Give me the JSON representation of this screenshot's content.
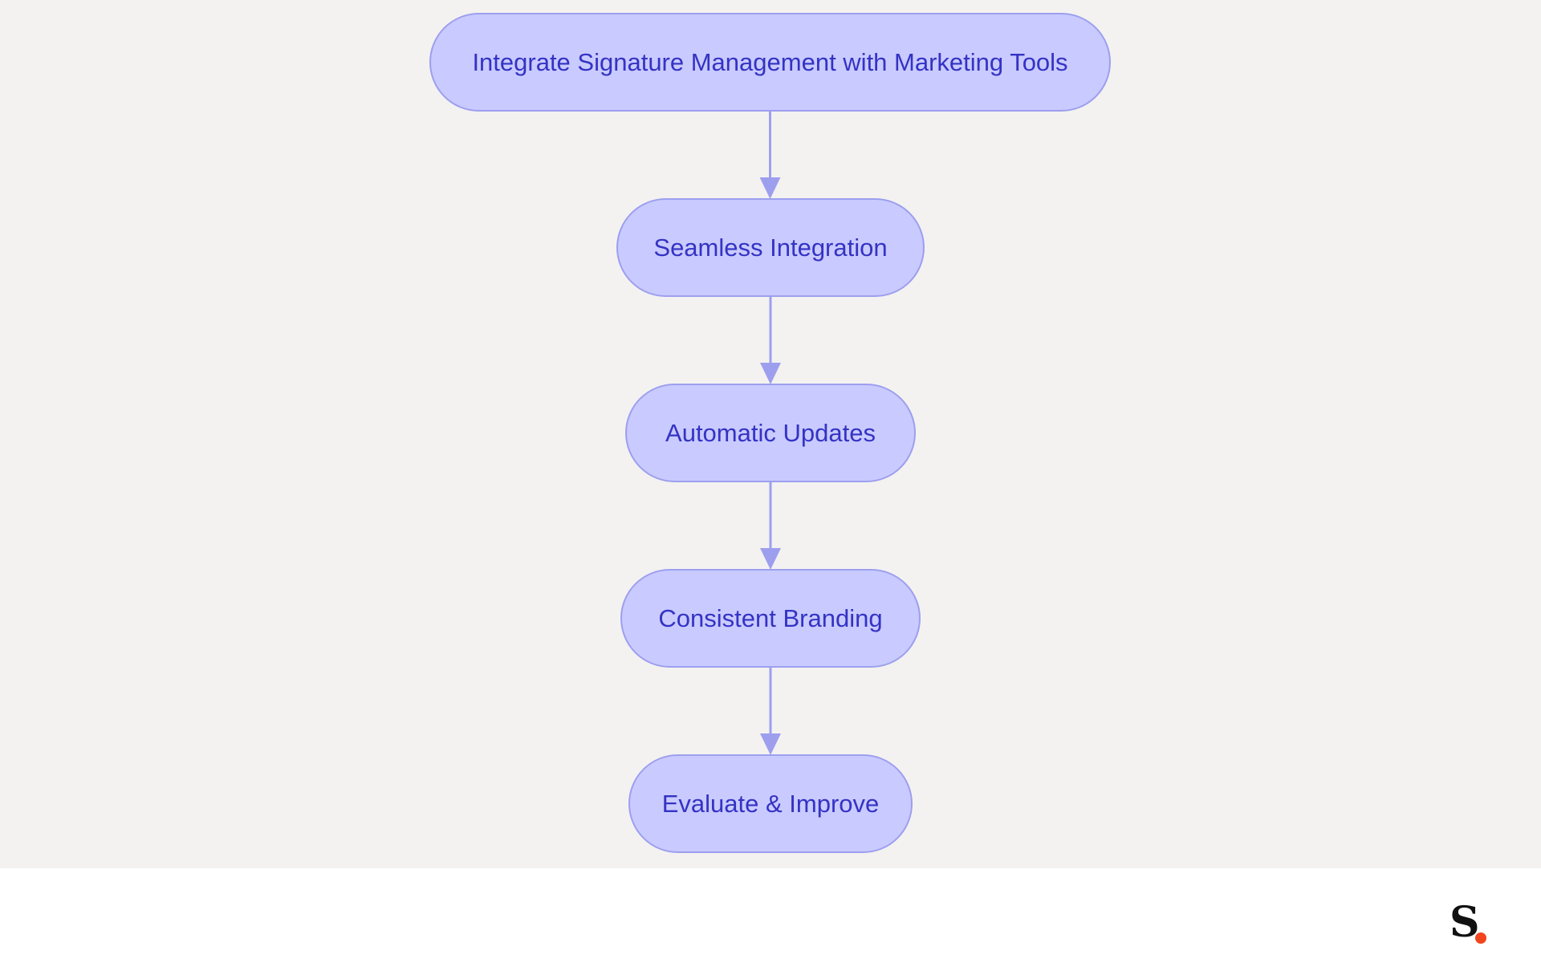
{
  "diagram": {
    "type": "flowchart",
    "direction": "top-to-bottom",
    "colors": {
      "background": "#f3f2f1",
      "node_fill": "#c9caff",
      "node_border": "#9d9fee",
      "node_text": "#3433c4",
      "edge": "#9d9fee"
    },
    "nodes": [
      {
        "id": "n1",
        "label": "Integrate Signature Management with Marketing Tools"
      },
      {
        "id": "n2",
        "label": "Seamless Integration"
      },
      {
        "id": "n3",
        "label": "Automatic Updates"
      },
      {
        "id": "n4",
        "label": "Consistent Branding"
      },
      {
        "id": "n5",
        "label": "Evaluate & Improve"
      }
    ],
    "edges": [
      {
        "from": "n1",
        "to": "n2"
      },
      {
        "from": "n2",
        "to": "n3"
      },
      {
        "from": "n3",
        "to": "n4"
      },
      {
        "from": "n4",
        "to": "n5"
      }
    ]
  },
  "footer": {
    "logo": {
      "icon": "brand-s-logo-icon",
      "letter": "S",
      "dot_color": "#f0451d"
    }
  }
}
